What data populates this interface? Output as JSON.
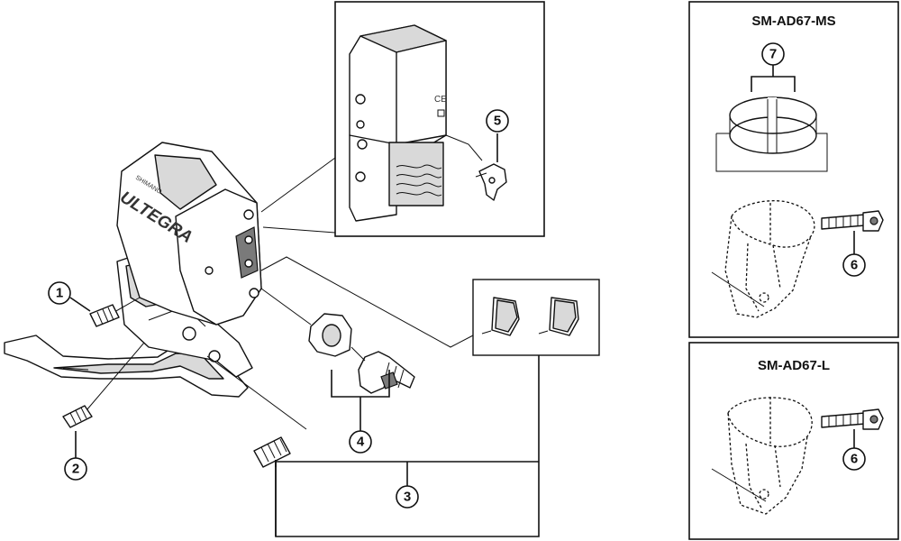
{
  "boxes": {
    "ms": {
      "title": "SM-AD67-MS"
    },
    "l": {
      "title": "SM-AD67-L"
    }
  },
  "callouts": {
    "c1": "1",
    "c2": "2",
    "c3": "3",
    "c4": "4",
    "c5": "5",
    "c6a": "6",
    "c6b": "6",
    "c7": "7"
  },
  "brand": {
    "logo": "ULTEGRA",
    "small": "SHIMANO",
    "mark": "CE"
  },
  "colors": {
    "line": "#111111",
    "fill_grey": "#d9d9d9",
    "background": "#ffffff"
  }
}
